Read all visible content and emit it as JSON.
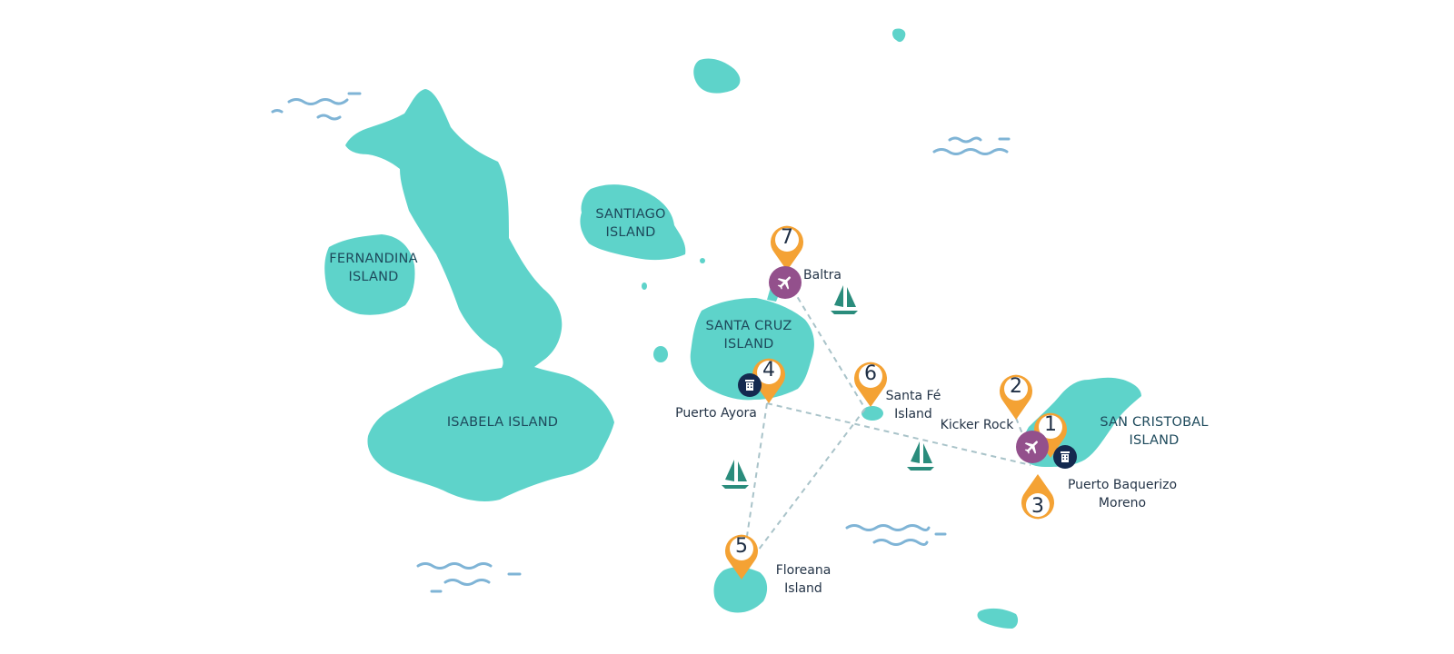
{
  "colors": {
    "land": "#5ed3ca",
    "route": "#a9c3c9",
    "pin": "#f4a234",
    "plane_badge": "#93508c",
    "hotel_badge": "#14294f",
    "boat": "#2a8c7c",
    "waves": "#7fb4d6",
    "text": "#1e3b52"
  },
  "islands": [
    {
      "name": "FERNANDINA",
      "line2": "ISLAND"
    },
    {
      "name": "ISABELA ISLAND"
    },
    {
      "name": "SANTIAGO",
      "line2": "ISLAND"
    },
    {
      "name": "SANTA CRUZ",
      "line2": "ISLAND"
    },
    {
      "name": "SAN CRISTOBAL",
      "line2": "ISLAND"
    }
  ],
  "places": [
    {
      "name": "Baltra"
    },
    {
      "name": "Puerto Ayora"
    },
    {
      "name": "Santa Fé",
      "line2": "Island"
    },
    {
      "name": "Kicker Rock"
    },
    {
      "name": "Puerto Baquerizo",
      "line2": "Moreno"
    },
    {
      "name": "Floreana",
      "line2": "Island"
    }
  ],
  "stops": [
    {
      "number": "1",
      "place": "San Cristobal (airport)"
    },
    {
      "number": "2",
      "place": "Kicker Rock"
    },
    {
      "number": "3",
      "place": "Puerto Baquerizo Moreno"
    },
    {
      "number": "4",
      "place": "Puerto Ayora"
    },
    {
      "number": "5",
      "place": "Floreana Island"
    },
    {
      "number": "6",
      "place": "Santa Fé Island"
    },
    {
      "number": "7",
      "place": "Baltra"
    }
  ],
  "icons": {
    "airport": "plane-icon",
    "hotel": "hotel-icon",
    "boat": "sailboat-icon",
    "waves": "waves-icon"
  }
}
